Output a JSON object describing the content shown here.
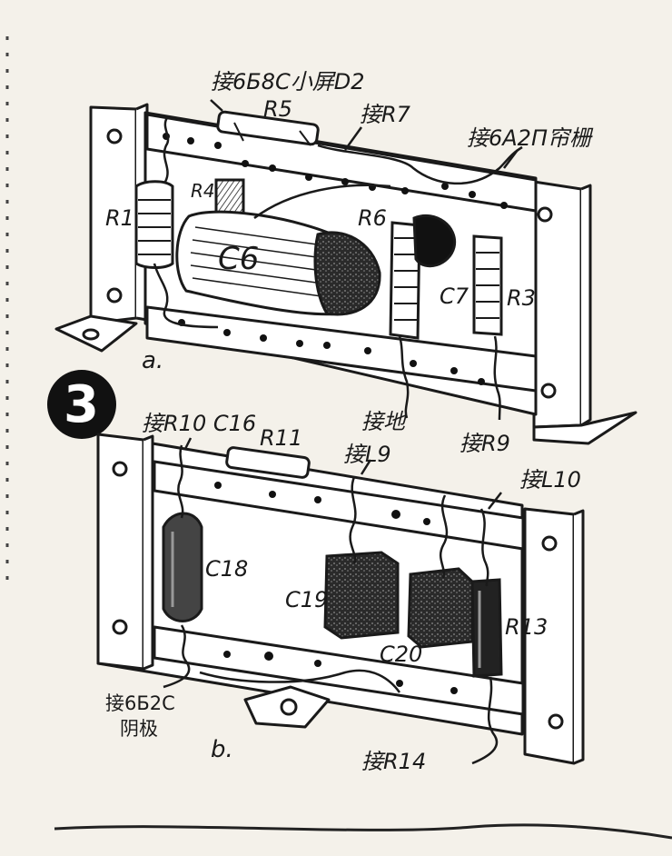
{
  "figure_number": "3",
  "panels": [
    {
      "caption": "a.",
      "labels": {
        "conn_6b8c": "接6Б8C小屏D2",
        "r5": "R5",
        "conn_r7": "接R7",
        "conn_6a2p": "接6A2Π帘栅",
        "r4": "R4",
        "r1": "R1",
        "r6": "R6",
        "c6": "C6",
        "c7": "C7",
        "r3": "R3",
        "ground": "接地",
        "conn_r9": "接R9"
      }
    },
    {
      "caption": "b.",
      "labels": {
        "conn_r10_c16": "接R10 C16",
        "r11": "R11",
        "conn_l9": "接L9",
        "conn_l10": "接L10",
        "c18": "C18",
        "c19": "C19",
        "r13": "R13",
        "c20": "C20",
        "conn_6b2c": "接6Б2C",
        "cathode": "阴极",
        "conn_r14": "接R14"
      }
    }
  ]
}
